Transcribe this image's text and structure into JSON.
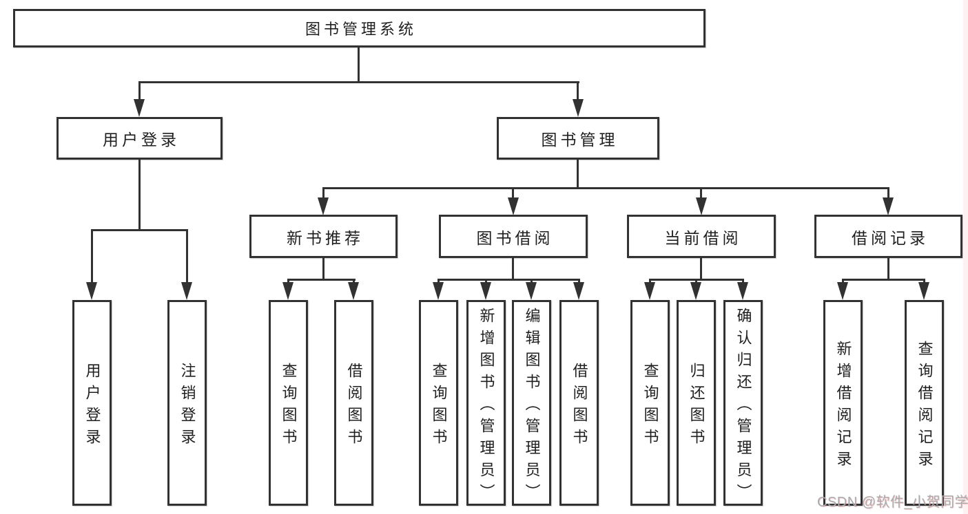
{
  "tree": {
    "root": {
      "label": "图书管理系统"
    },
    "branches": [
      {
        "label": "用户登录",
        "children": [
          {
            "label": "用户登录"
          },
          {
            "label": "注销登录"
          }
        ]
      },
      {
        "label": "图书管理",
        "children": [
          {
            "label": "新书推荐",
            "children": [
              {
                "label": "查询图书"
              },
              {
                "label": "借阅图书"
              }
            ]
          },
          {
            "label": "图书借阅",
            "children": [
              {
                "label": "查询图书"
              },
              {
                "label": "新增图书（管理员）"
              },
              {
                "label": "编辑图书（管理员）"
              },
              {
                "label": "借阅图书"
              }
            ]
          },
          {
            "label": "当前借阅",
            "children": [
              {
                "label": "查询图书"
              },
              {
                "label": "归还图书"
              },
              {
                "label": "确认归还（管理员）"
              }
            ]
          },
          {
            "label": "借阅记录",
            "children": [
              {
                "label": "新增借阅记录"
              },
              {
                "label": "查询借阅记录"
              }
            ]
          }
        ]
      }
    ]
  },
  "watermark": {
    "text": "CSDN @软件_小贺同学"
  },
  "colors": {
    "line": "#323232",
    "background": "#ffffff",
    "watermark": "#a9abae"
  }
}
